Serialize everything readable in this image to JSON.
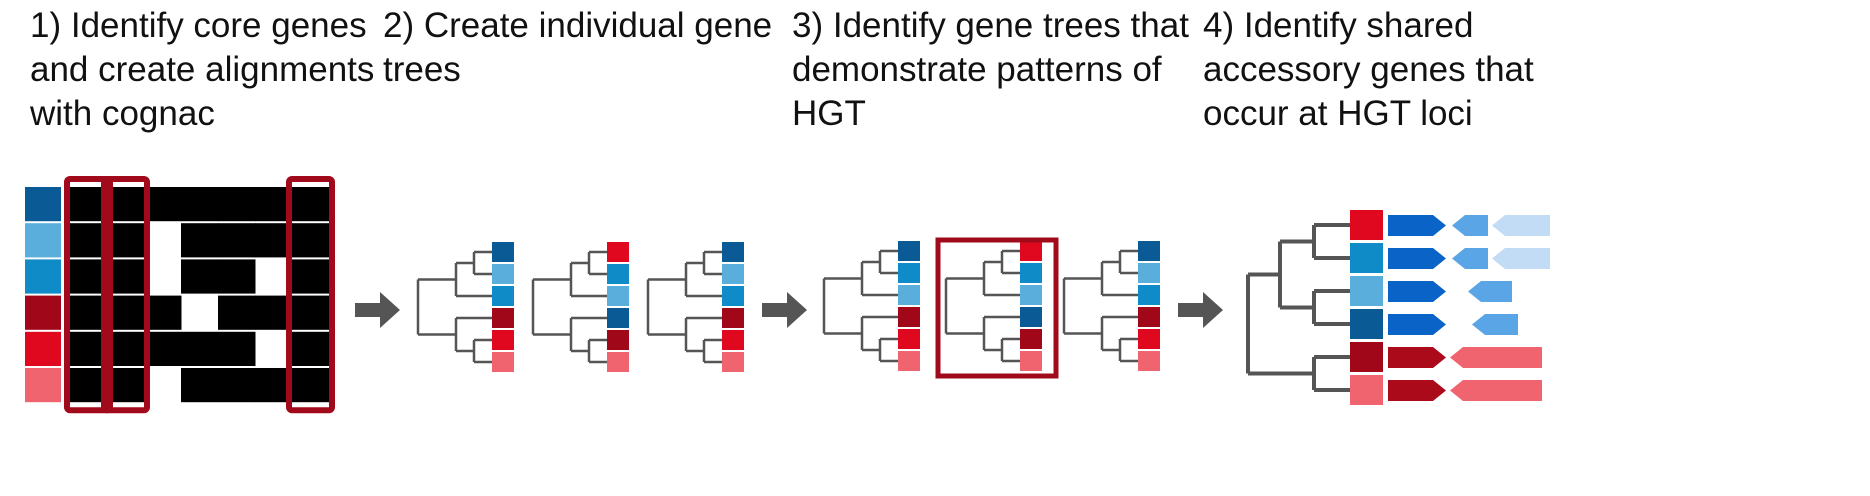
{
  "steps": [
    {
      "id": 1,
      "title": "1) Identify core genes\nand create alignments\nwith cognac"
    },
    {
      "id": 2,
      "title": "2) Create individual gene\ntrees"
    },
    {
      "id": 3,
      "title": "3) Identify gene trees that\ndemonstrate patterns of\nHGT"
    },
    {
      "id": 4,
      "title": "4) Identify shared\naccessory genes that\noccur at HGT loci"
    }
  ],
  "colors": {
    "dark_blue": "#0a5a96",
    "light_blue": "#5aaedc",
    "mid_blue": "#0f8cc8",
    "dark_red": "#a0081a",
    "red": "#e0081e",
    "pink": "#f06470",
    "highlight": "#a00a1a",
    "tree_line": "#555555",
    "arrow": "#555555",
    "gene_blue": "#0a64c8",
    "gene_light_blue": "#5aa5e6",
    "gene_pale_blue": "#c3dcf5",
    "gene_dark_red": "#aa0a19",
    "gene_pink": "#f06470"
  },
  "alignment": {
    "row_colors": [
      "dark_blue",
      "light_blue",
      "mid_blue",
      "dark_red",
      "red",
      "pink"
    ],
    "presence": [
      [
        1,
        1,
        1,
        1,
        1,
        1,
        1
      ],
      [
        1,
        1,
        0,
        1,
        1,
        1,
        1
      ],
      [
        1,
        1,
        0,
        1,
        1,
        0,
        1
      ],
      [
        1,
        1,
        1,
        0,
        1,
        1,
        1
      ],
      [
        1,
        1,
        1,
        1,
        1,
        0,
        1
      ],
      [
        1,
        1,
        0,
        1,
        1,
        1,
        1
      ]
    ],
    "highlighted_columns": [
      0,
      1,
      6
    ]
  },
  "step2_trees": [
    [
      "dark_blue",
      "light_blue",
      "mid_blue",
      "dark_red",
      "red",
      "pink"
    ],
    [
      "red",
      "mid_blue",
      "light_blue",
      "dark_blue",
      "dark_red",
      "pink"
    ],
    [
      "dark_blue",
      "light_blue",
      "mid_blue",
      "dark_red",
      "red",
      "pink"
    ]
  ],
  "step3_trees": [
    [
      "dark_blue",
      "mid_blue",
      "light_blue",
      "dark_red",
      "red",
      "pink"
    ],
    [
      "red",
      "mid_blue",
      "light_blue",
      "dark_blue",
      "dark_red",
      "pink"
    ],
    [
      "dark_blue",
      "light_blue",
      "mid_blue",
      "dark_red",
      "red",
      "pink"
    ]
  ],
  "step3_highlighted_tree": 1,
  "step4_rows": [
    {
      "color": "red",
      "genes": [
        "gene_blue",
        "gene_light_blue",
        "gene_pale_blue"
      ]
    },
    {
      "color": "mid_blue",
      "genes": [
        "gene_blue",
        "gene_light_blue",
        "gene_pale_blue"
      ]
    },
    {
      "color": "light_blue",
      "genes": [
        "gene_blue",
        "gene_light_blue"
      ]
    },
    {
      "color": "dark_blue",
      "genes": [
        "gene_blue",
        "gene_light_blue"
      ]
    },
    {
      "color": "dark_red",
      "genes": [
        "gene_dark_red",
        "gene_pink"
      ]
    },
    {
      "color": "pink",
      "genes": [
        "gene_dark_red",
        "gene_pink"
      ]
    }
  ]
}
